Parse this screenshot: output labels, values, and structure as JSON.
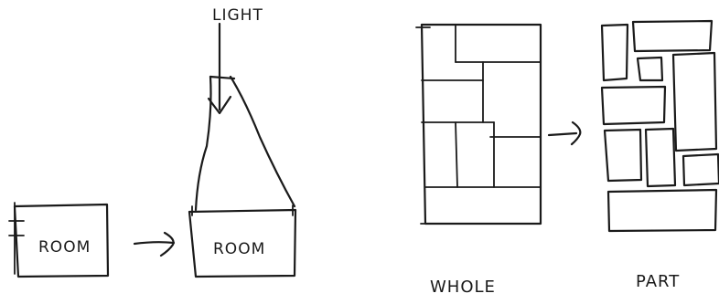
{
  "labels": {
    "room_small": "ROOM",
    "room_large": "ROOM",
    "light": "LIGHT",
    "whole": "WHOLE",
    "part": "PART"
  }
}
